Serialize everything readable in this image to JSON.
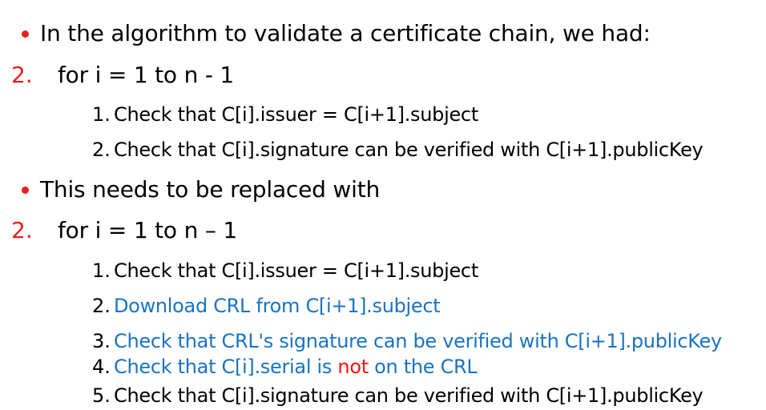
{
  "colors": {
    "bullet": "#e8201b",
    "number": "#e8201b",
    "text": "#000000",
    "highlight": "#1a73c1",
    "emphasis": "#ff1111"
  },
  "items": {
    "intro": {
      "bullet": "•",
      "text": "In the algorithm to validate a certificate chain, we had:"
    },
    "loop1": {
      "number": "2.",
      "text": "for i = 1 to n - 1"
    },
    "loop1_steps": [
      {
        "number": "1.",
        "text": "Check that C[i].issuer = C[i+1].subject"
      },
      {
        "number": "2.",
        "text": "Check that C[i].signature can be verified with C[i+1].publicKey"
      }
    ],
    "replace": {
      "bullet": "•",
      "text": "This needs to be replaced with"
    },
    "loop2": {
      "number": "2.",
      "text": "for i = 1 to n – 1"
    },
    "loop2_steps": [
      {
        "number": "1.",
        "text": "Check that C[i].issuer = C[i+1].subject"
      },
      {
        "number": "2.",
        "text": "Download CRL from C[i+1].subject"
      },
      {
        "number": "3.",
        "text": "Check that CRL's signature can be verified with C[i+1].publicKey"
      },
      {
        "number": "4.",
        "text_before": "Check that C[i].serial is ",
        "text_emphasis": "not",
        "text_after": " on the CRL"
      },
      {
        "number": "5.",
        "text": "Check that C[i].signature can be verified with C[i+1].publicKey"
      }
    ]
  }
}
